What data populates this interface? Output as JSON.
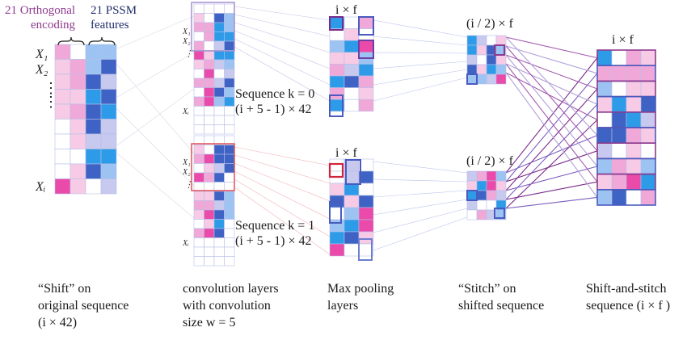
{
  "headers": {
    "orthogonal_line1": "21 Orthogonal",
    "orthogonal_line2": "encoding",
    "pssm_line1": "21 PSSM",
    "pssm_line2": "features"
  },
  "row_labels": {
    "x1": "X₁",
    "x2": "X₂",
    "xi": "Xᵢ",
    "vdots": "⋮"
  },
  "small_row_labels": {
    "x1": "X₁",
    "x2": "X₂",
    "xi": "Xᵢ"
  },
  "sequences": {
    "k0_line1": "Sequence k = 0",
    "k0_line2": "(i + 5 - 1) × 42",
    "k1_line1": "Sequence k = 1",
    "k1_line2": "(i + 5 - 1) × 42"
  },
  "dims": {
    "pool_top": "i × f",
    "pool_bottom": "i × f",
    "stitch_top": "(i / 2) × f",
    "stitch_bottom": "(i / 2) × f",
    "final": "i × f"
  },
  "captions": {
    "shift": [
      "“Shift” on",
      "original sequence",
      "(i × 42)"
    ],
    "conv": [
      "convolution layers",
      "with convolution",
      "size w = 5"
    ],
    "pool": [
      "Max pooling",
      "layers"
    ],
    "stitch": [
      "“Stitch” on",
      "shifted sequence"
    ],
    "final": [
      "Shift-and-stitch",
      "sequence (i × f )"
    ]
  },
  "colors": {
    "pink": "#f0a8d8",
    "light_pink": "#f7cbe6",
    "magenta": "#ea4aa9",
    "blue": "#3f63c4",
    "light_blue": "#9cc3f2",
    "sky": "#2e9be8",
    "lavender": "#c7c9ee",
    "grid": "#b7bfe6",
    "purple_line": "#8e3a8e",
    "red_line": "#e0505a"
  }
}
